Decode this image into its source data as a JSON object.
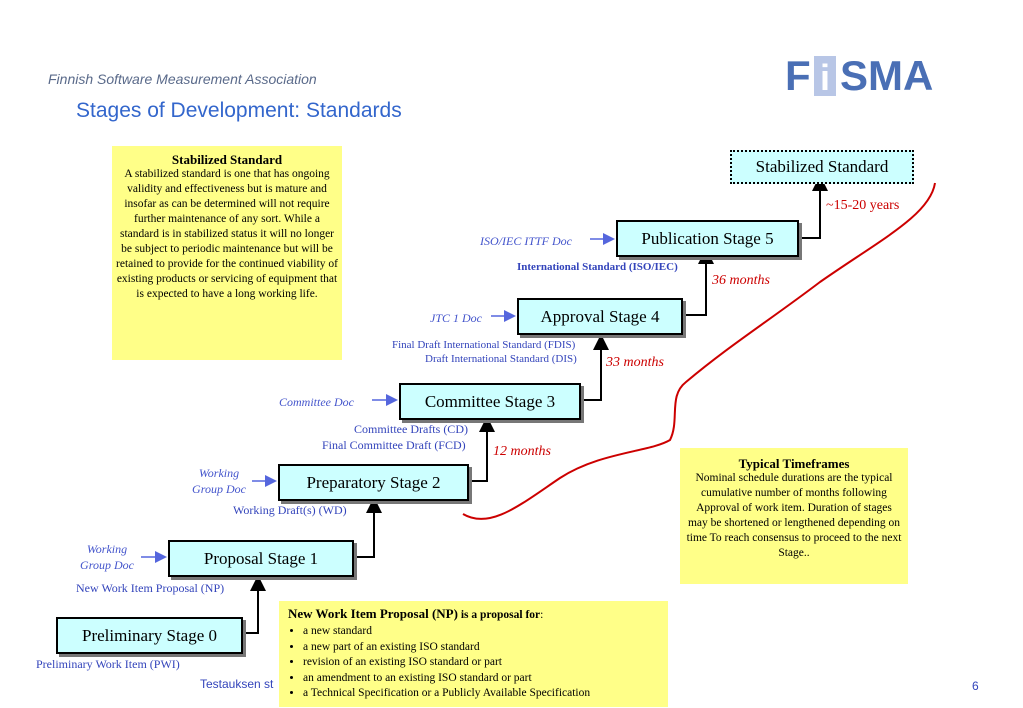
{
  "header": {
    "organization": "Finnish Software Measurement Association",
    "title": "Stages of Development: Standards",
    "logo_text_1": "F",
    "logo_text_2": "SMA",
    "logo_i": "i"
  },
  "stages": [
    {
      "label": "Preliminary Stage 0",
      "below": "Preliminary Work Item (PWI)"
    },
    {
      "label": "Proposal Stage 1",
      "below": "New Work Item Proposal (NP)",
      "input": "Working\nGroup Doc"
    },
    {
      "label": "Preparatory Stage 2",
      "below": "Working Draft(s) (WD)",
      "input": "Working\nGroup Doc"
    },
    {
      "label": "Committee Stage 3",
      "below_1": "Committee Drafts (CD)",
      "below_2": "Final Committee Draft (FCD)",
      "input": "Committee Doc",
      "months": "12 months"
    },
    {
      "label": "Approval Stage 4",
      "below_1": "Final Draft International Standard (FDIS)",
      "below_2": "Draft International Standard (DIS)",
      "input": "JTC 1 Doc",
      "months": "33 months"
    },
    {
      "label": "Publication Stage 5",
      "below": "International Standard (ISO/IEC)",
      "input": "ISO/IEC ITTF Doc",
      "months": "36 months"
    },
    {
      "label": "Stabilized Standard",
      "years": "~15-20 years"
    }
  ],
  "stabilized_box": {
    "heading": "Stabilized Standard",
    "body": "A stabilized standard is one that has ongoing validity and effectiveness but is mature and insofar as can be determined will not require further maintenance of any sort. While a standard is in stabilized status it will no longer be subject to periodic maintenance but will be retained to provide for the continued viability of existing products or servicing of equipment that is expected to have a long working life."
  },
  "timeframes_box": {
    "heading": "Typical Timeframes",
    "body": "Nominal schedule durations are the typical cumulative number of months following Approval of work item. Duration of stages may be shortened or lengthened depending on time To reach consensus to proceed to the next Stage.."
  },
  "np_box": {
    "heading": "New Work Item Proposal (NP)",
    "heading_tail": " is a proposal for",
    "heading_colon": ":",
    "items": [
      "a new standard",
      "a new part of an existing ISO standard",
      "revision of an existing ISO standard or part",
      "an amendment to an existing ISO standard or part",
      "a Technical Specification or a Publicly Available Specification"
    ]
  },
  "footer": {
    "left": "Testauksen st",
    "page": "6"
  },
  "colors": {
    "stage_fill": "#ccffff",
    "note_fill": "#ffff88",
    "blue_text": "#3344bb",
    "red": "#cc0000",
    "title_blue": "#3366cc"
  }
}
